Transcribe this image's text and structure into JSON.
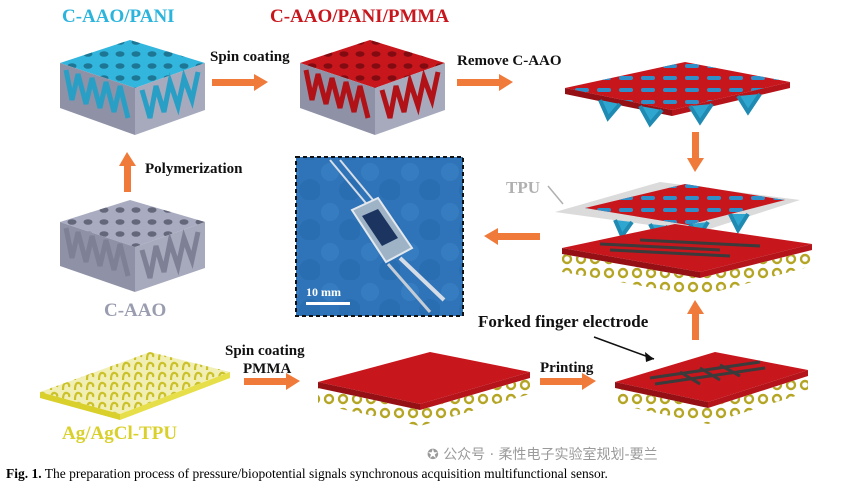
{
  "figure": {
    "labels": {
      "c_aao_pani": "C-AAO/PANI",
      "c_aao_pani_pmma": "C-AAO/PANI/PMMA",
      "c_aao": "C-AAO",
      "ag_agcl_tpu": "Ag/AgCl-TPU",
      "tpu": "TPU",
      "forked_finger_electrode": "Forked finger electrode"
    },
    "steps": {
      "spin_coating": "Spin coating",
      "remove_c_aao": "Remove C-AAO",
      "polymerization": "Polymerization",
      "spin_coating_pmma_line1": "Spin coating",
      "spin_coating_pmma_line2": "PMMA",
      "printing": "Printing"
    },
    "photo": {
      "scale_bar": "10 mm"
    }
  },
  "caption": {
    "label": "Fig. 1.",
    "text": "The preparation process of pressure/biopotential signals synchronous acquisition multifunctional sensor."
  },
  "watermark": {
    "text": "公众号 · 柔性电子实验室规划-要兰"
  },
  "colors": {
    "cyan": "#2bb4dc",
    "red": "#c8161d",
    "gray_block": "#9a9db0",
    "yellow": "#d9d02b",
    "arrow": "#f07a3a",
    "tpu_sheet": "#c8c8c8"
  }
}
